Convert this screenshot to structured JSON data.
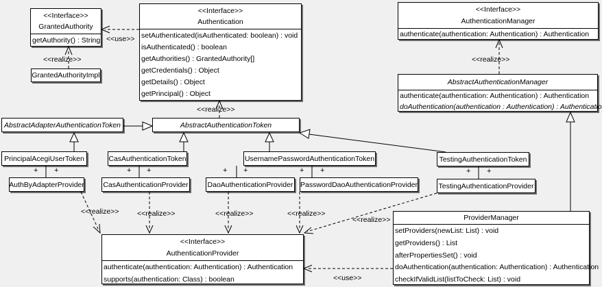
{
  "diagram": {
    "background": "#f0f0f0",
    "box_fill": "#ffffff",
    "line_color": "#000000"
  },
  "stereotypes": {
    "interface": "<<Interface>>",
    "realize": "<<realize>>",
    "use": "<<use>>",
    "plus": "+"
  },
  "classes": {
    "granted_authority": {
      "stereotype": "<<Interface>>",
      "name": "GrantedAuthority",
      "methods": [
        "getAuthority() : String"
      ]
    },
    "granted_authority_impl": {
      "name": "GrantedAuthorityImpl"
    },
    "authentication": {
      "stereotype": "<<Interface>>",
      "name": "Authentication",
      "methods": [
        "setAuthenticated(isAuthenticated: boolean) : void",
        "isAuthenticated() : boolean",
        "getAuthorities() : GrantedAuthority[]",
        "getCredentials() : Object",
        "getDetails() : Object",
        "getPrincipal() : Object"
      ]
    },
    "authentication_manager": {
      "stereotype": "<<Interface>>",
      "name": "AuthenticationManager",
      "methods": [
        "authenticate(authentication: Authentication) : Authentication"
      ]
    },
    "abstract_authentication_manager": {
      "name": "AbstractAuthenticationManager",
      "methods": [
        "authenticate(authentication: Authentication) : Authentication",
        "doAuthentication(authentication : Authentication) : Authentication"
      ]
    },
    "abstract_adapter_authentication_token": {
      "name": "AbstractAdapterAuthenticationToken"
    },
    "abstract_authentication_token": {
      "name": "AbstractAuthenticationToken"
    },
    "principal_acegi_user_token": {
      "name": "PrincipalAcegiUserToken"
    },
    "auth_by_adapter_provider": {
      "name": "AuthByAdapterProvider"
    },
    "cas_authentication_token": {
      "name": "CasAuthenticationToken"
    },
    "cas_authentication_provider": {
      "name": "CasAuthenticationProvider"
    },
    "username_password_authentication_token": {
      "name": "UsernamePasswordAuthenticationToken"
    },
    "dao_authentication_provider": {
      "name": "DaoAuthenticationProvider"
    },
    "password_dao_authentication_provider": {
      "name": "PasswordDaoAuthenticationProvider"
    },
    "testing_authentication_token": {
      "name": "TestingAuthenticationToken"
    },
    "testing_authentication_provider": {
      "name": "TestingAuthenticationProvider"
    },
    "authentication_provider": {
      "stereotype": "<<Interface>>",
      "name": "AuthenticationProvider",
      "methods": [
        "authenticate(authentication: Authentication) : Authentication",
        "supports(authentication: Class) : boolean"
      ]
    },
    "provider_manager": {
      "name": "ProviderManager",
      "methods": [
        "setProviders(newList: List) : void",
        "getProviders() : List",
        "afterPropertiesSet() : void",
        "doAuthentication(authentication: Authentication) : Authentication",
        "checkIfValidList(listToCheck: List) : void"
      ]
    }
  }
}
